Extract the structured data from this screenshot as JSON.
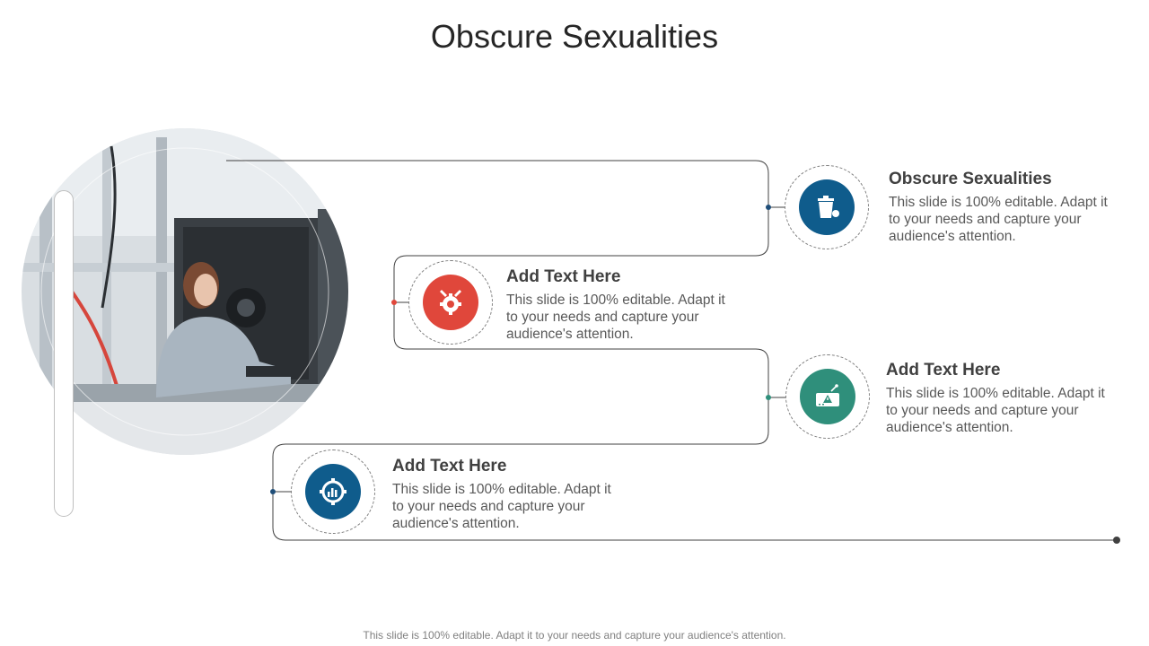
{
  "slide": {
    "title": "Obscure Sexualities",
    "footer": "This slide is 100% editable. Adapt it to your needs and capture your audience's attention."
  },
  "items": [
    {
      "heading": "Obscure Sexualities",
      "body": "This slide is 100% editable. Adapt it to your needs and capture your audience's attention.",
      "icon": "trash-bin-icon",
      "color": "#0f5c8c"
    },
    {
      "heading": "Add Text Here",
      "body": "This slide is 100% editable. Adapt it to your needs and capture your audience's attention.",
      "icon": "wrench-gear-icon",
      "color": "#e0473b"
    },
    {
      "heading": "Add Text Here",
      "body": "This slide is 100% editable. Adapt it to your needs and capture your audience's attention.",
      "icon": "router-warning-icon",
      "color": "#2f8f7b"
    },
    {
      "heading": "Add Text Here",
      "body": "This slide is 100% editable. Adapt it to your needs and capture your audience's attention.",
      "icon": "gear-chart-icon",
      "color": "#0f5c8c"
    }
  ],
  "colors": {
    "line": "#404040",
    "dot_dark": "#1f4e79",
    "dot_red": "#e0473b",
    "dot_teal": "#2f8f7b"
  }
}
